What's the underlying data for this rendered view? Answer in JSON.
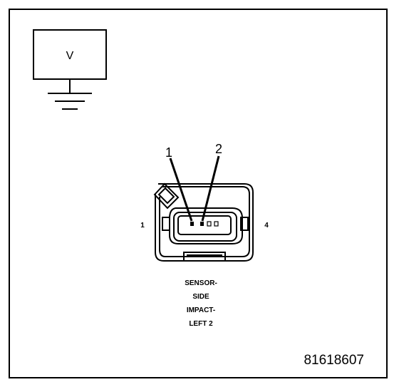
{
  "meter": {
    "label": "V"
  },
  "connector": {
    "callout_1": "1",
    "callout_2": "2",
    "end_label_left": "1",
    "end_label_right": "4",
    "name_lines": [
      "SENSOR-",
      "SIDE",
      "IMPACT-",
      "LEFT 2"
    ]
  },
  "figure_id": "81618607"
}
